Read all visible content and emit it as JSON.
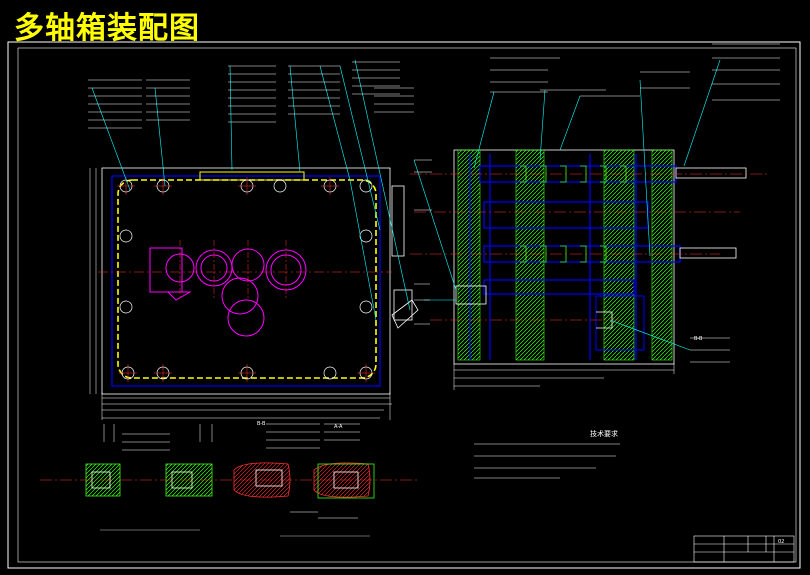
{
  "title": "多轴箱装配图",
  "tech_requirements": {
    "heading": "技术要求"
  },
  "section_labels": {
    "a": "B-B",
    "b": "A-A",
    "c": "B-B"
  },
  "title_block": {
    "sheet_no": "02"
  },
  "colors": {
    "background": "#000000",
    "title": "#ffff00",
    "outline": "#ffffff",
    "part_yellow": "#ffff00",
    "part_blue": "#0000ff",
    "part_green": "#39ff14",
    "center_line": "#ff0000",
    "gear_magenta": "#ff00ff",
    "leader_cyan": "#00ffff"
  }
}
